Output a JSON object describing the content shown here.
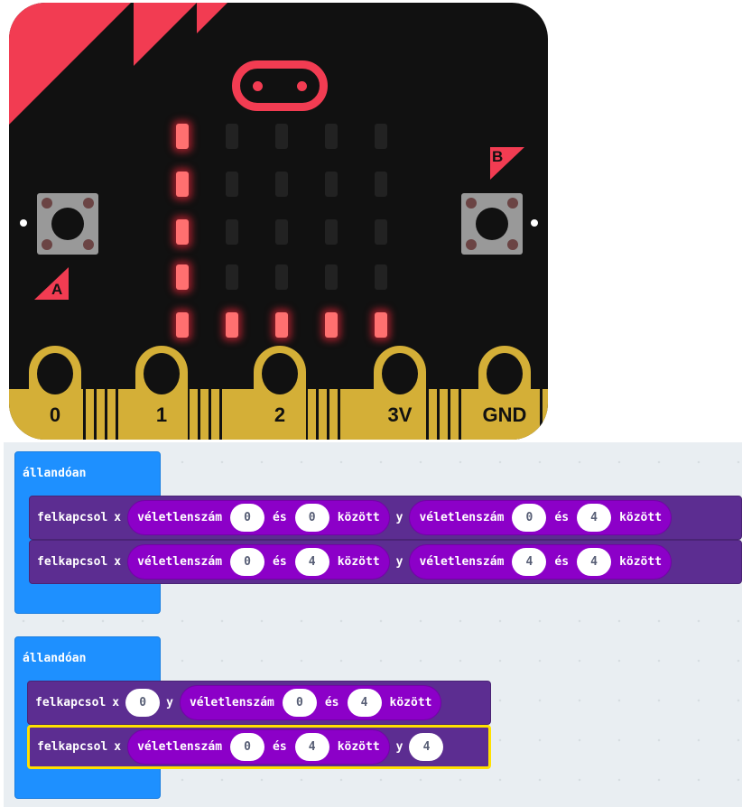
{
  "simulator": {
    "led_grid": [
      [
        1,
        0,
        0,
        0,
        0
      ],
      [
        1,
        0,
        0,
        0,
        0
      ],
      [
        1,
        0,
        0,
        0,
        0
      ],
      [
        1,
        0,
        0,
        0,
        0
      ],
      [
        1,
        1,
        1,
        1,
        1
      ]
    ],
    "button_a_label": "A",
    "button_b_label": "B",
    "pins": [
      "0",
      "1",
      "2",
      "3V",
      "GND"
    ],
    "colors": {
      "board": "#111111",
      "accent": "#f23c52",
      "edge": "#d4af37",
      "led_on": "#ff7070"
    }
  },
  "blocks": [
    {
      "hat": "állandóan",
      "statements": [
        {
          "cmd": "felkapcsol",
          "x_label": "x",
          "x": {
            "fn": "véletlenszám",
            "from": "0",
            "and": "és",
            "to": "0",
            "suffix": "között"
          },
          "y_label": "y",
          "y": {
            "fn": "véletlenszám",
            "from": "0",
            "and": "és",
            "to": "4",
            "suffix": "között"
          }
        },
        {
          "cmd": "felkapcsol",
          "x_label": "x",
          "x": {
            "fn": "véletlenszám",
            "from": "0",
            "and": "és",
            "to": "4",
            "suffix": "között"
          },
          "y_label": "y",
          "y": {
            "fn": "véletlenszám",
            "from": "4",
            "and": "és",
            "to": "4",
            "suffix": "között"
          }
        }
      ]
    },
    {
      "hat": "állandóan",
      "statements": [
        {
          "cmd": "felkapcsol",
          "x_label": "x",
          "x": "0",
          "y_label": "y",
          "y": {
            "fn": "véletlenszám",
            "from": "0",
            "and": "és",
            "to": "4",
            "suffix": "között"
          }
        },
        {
          "cmd": "felkapcsol",
          "x_label": "x",
          "x": {
            "fn": "véletlenszám",
            "from": "0",
            "and": "és",
            "to": "4",
            "suffix": "között"
          },
          "y_label": "y",
          "y": "4",
          "selected": true
        }
      ]
    }
  ]
}
